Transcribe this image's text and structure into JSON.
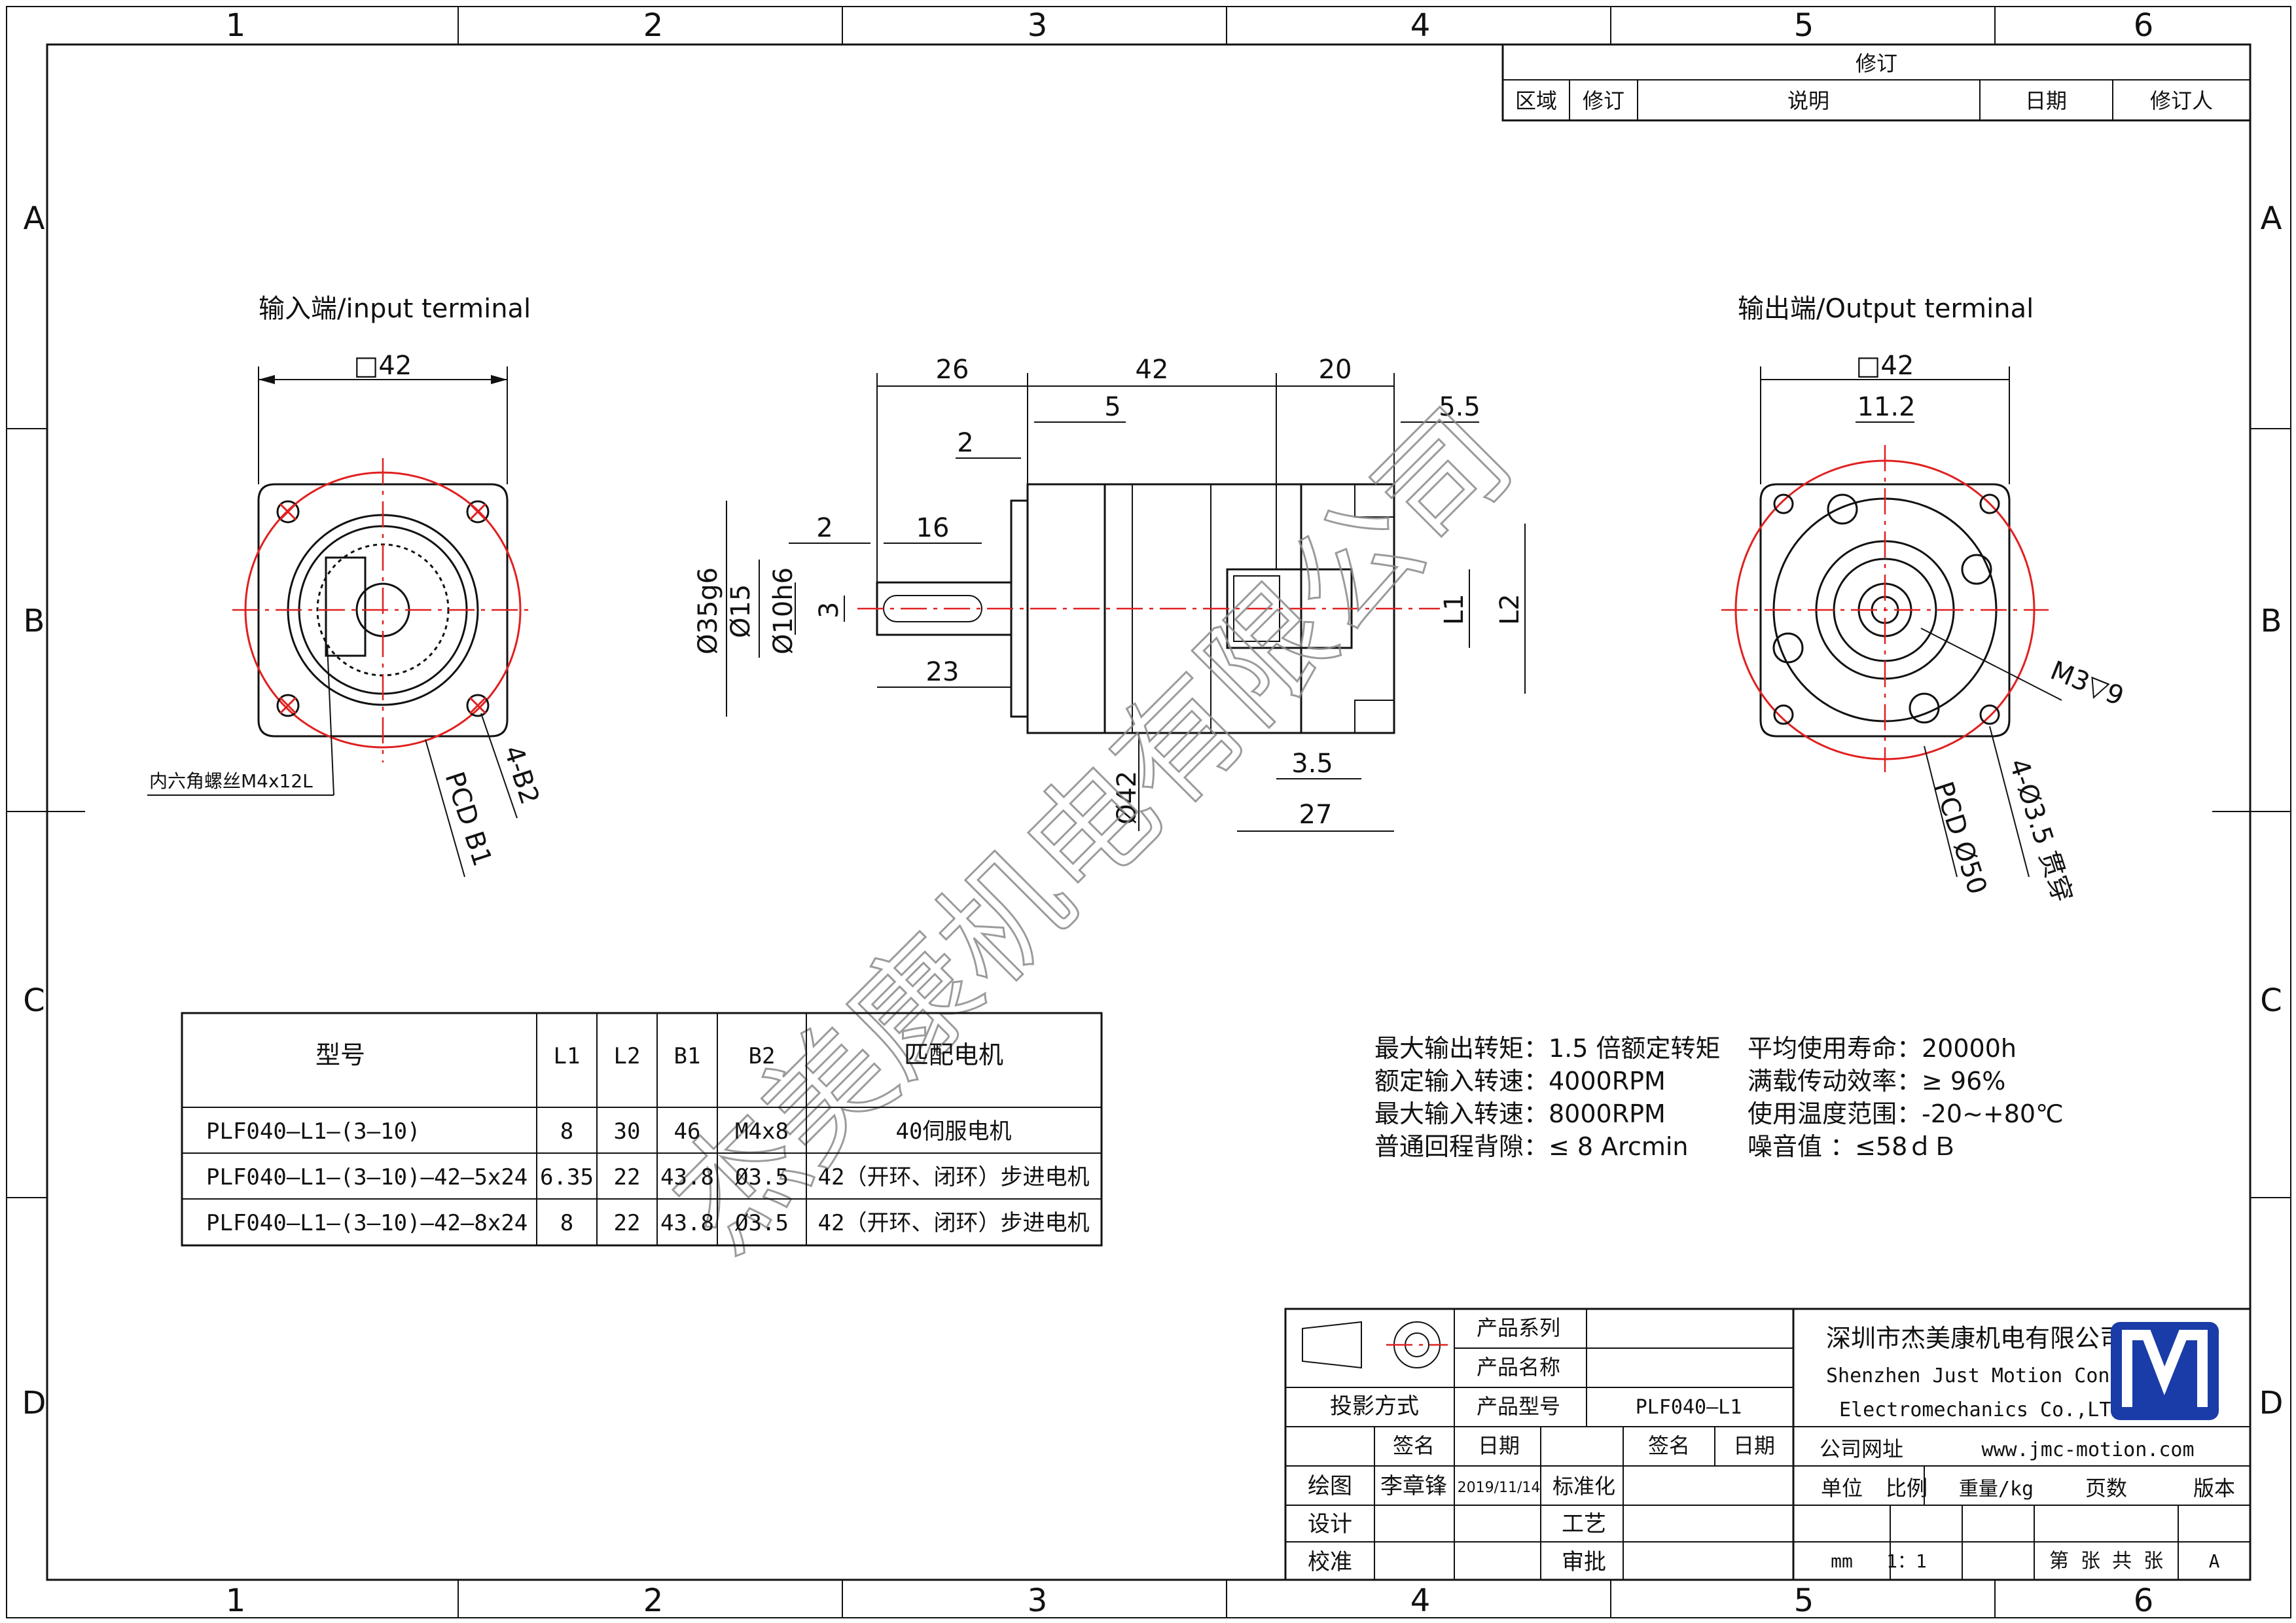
{
  "frame": {
    "columns": [
      "1",
      "2",
      "3",
      "4",
      "5",
      "6"
    ],
    "rows": [
      "A",
      "B",
      "C",
      "D"
    ]
  },
  "revision_table": {
    "title": "修订",
    "headers": [
      "区域",
      "修订",
      "说明",
      "日期",
      "修订人"
    ]
  },
  "views": {
    "input": {
      "title": "输入端/input terminal",
      "square": "□42",
      "screw_note": "内六角螺丝M4x12L",
      "pcd": "PCD B1",
      "holes": "4-B2"
    },
    "side": {
      "dims": [
        "26",
        "42",
        "20",
        "5",
        "2",
        "5.5",
        "2",
        "16",
        "Ø35g6",
        "Ø15",
        "Ø10h6",
        "3",
        "23",
        "L1",
        "L2",
        "Ø42",
        "3.5",
        "27"
      ]
    },
    "output": {
      "title": "输出端/Output terminal",
      "square": "□42",
      "key": "11.2",
      "thread": "M3▽9",
      "pcd": "PCD Ø50",
      "holes": "4-Ø3.5 贯穿"
    }
  },
  "spec_table": {
    "headers": [
      "型号",
      "L1",
      "L2",
      "B1",
      "B2",
      "匹配电机"
    ],
    "rows": [
      [
        "PLF040–L1–(3–10)",
        "8",
        "30",
        "46",
        "M4x8",
        "40伺服电机"
      ],
      [
        "PLF040–L1–(3–10)–42–5x24",
        "6.35",
        "22",
        "43.8",
        "Ø3.5",
        "42（开环、闭环）步进电机"
      ],
      [
        "PLF040–L1–(3–10)–42–8x24",
        "8",
        "22",
        "43.8",
        "Ø3.5",
        "42（开环、闭环）步进电机"
      ]
    ]
  },
  "specs": {
    "left": [
      "最大输出转矩：1.5 倍额定转矩",
      "额定输入转速：4000RPM",
      "最大输入转速：8000RPM",
      "普通回程背隙：≤ 8 Arcmin"
    ],
    "right": [
      "平均使用寿命：20000h",
      "满载传动效率：≥   96%",
      "使用温度范围：-20~+80℃",
      "噪音值          ：≤58ｄＢ"
    ]
  },
  "watermark": "杰美康机电有限公司",
  "title_block": {
    "projection": "投影方式",
    "product_series": "产品系列",
    "product_name": "产品名称",
    "product_model": "产品型号",
    "model_value": "PLF040–L1",
    "sign": "签名",
    "date": "日期",
    "draw": "绘图",
    "drawer": "李章锋",
    "draw_date": "2019/11/14",
    "design": "设计",
    "check": "校准",
    "standard": "标准化",
    "process": "工艺",
    "approve": "审批",
    "company_cn": "深圳市杰美康机电有限公司",
    "company_en1": "Shenzhen Just Motion Control",
    "company_en2": "Electromechanics Co.,LTD",
    "website_label": "公司网址",
    "website": "www.jmc-motion.com",
    "unit_label": "单位",
    "scale_label": "比例",
    "weight_label": "重量/kg",
    "pages_label": "页数",
    "version_label": "版本",
    "unit": "mm",
    "scale": "1：1",
    "pages": "第 张 共 张",
    "version": "A"
  },
  "colors": {
    "line": "#111111",
    "red": "#e02020",
    "logo": "#1a3ca8",
    "watermark": "#8a8a8a"
  }
}
